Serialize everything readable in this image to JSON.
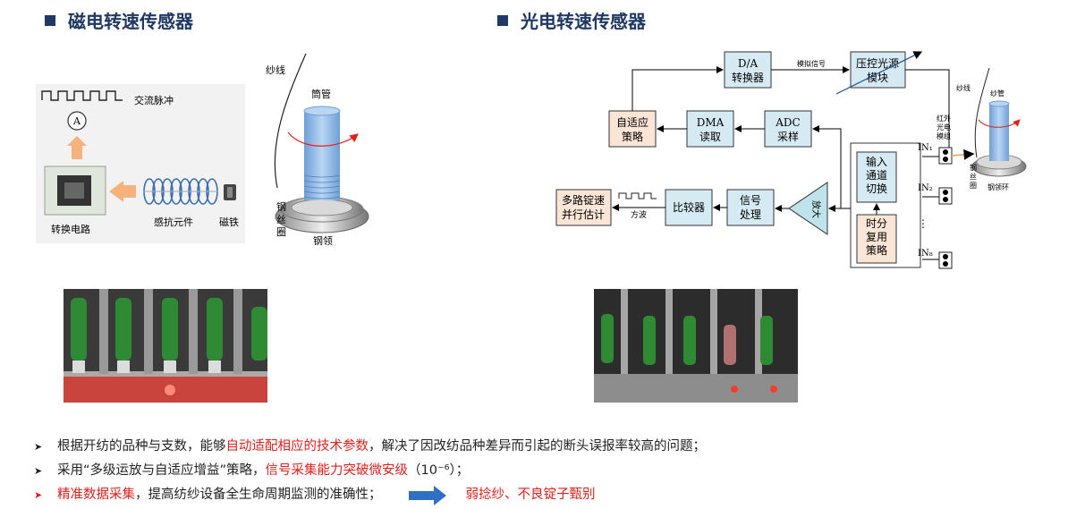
{
  "titles": {
    "left": "磁电转速传感器",
    "right": "光电转速传感器"
  },
  "left_diagram": {
    "pulse_label": "交流脉冲",
    "meter_symbol": "A",
    "chip_label": "转换电路",
    "coil_label": "感抗元件",
    "magnet_label": "磁铁",
    "yarn_label": "纱线",
    "tube_label": "筒管",
    "wire_ring_label": "钢丝圈",
    "ring_label": "钢领"
  },
  "right_diagram": {
    "da_box": "D/A\n转换器",
    "analog_label": "模拟信号",
    "pressure_box": "压控光源\n模块",
    "adaptive_box": "自适应\n策略",
    "dma_box": "DMA\n读取",
    "adc_box": "ADC\n采样",
    "input_box": "输入\n通道\n切换",
    "timeshare_box": "时分\n复用\n策略",
    "multi_box": "多路锭速\n并行估计",
    "square_label": "方波",
    "compare_box": "比较器",
    "signal_box": "信号\n处理",
    "amp_label": "放大",
    "in_labels": [
      "IN₁",
      "IN₂",
      "IN₈"
    ],
    "dots": "⋮",
    "sensor_label": "红外\n光电\n模组",
    "yarn_label": "纱线",
    "tube_label": "纱管",
    "wire_ring_label": "钢\n丝\n圈",
    "ring_label": "钢领环"
  },
  "bullets": [
    {
      "mark": "➤",
      "parts": [
        {
          "text": "根据开纺的品种与支数，能够",
          "red": false
        },
        {
          "text": "自动适配相应的技术参数",
          "red": true
        },
        {
          "text": "，解决了因改纺品种差异而引起的断头误报率较高的问题；",
          "red": false
        }
      ]
    },
    {
      "mark": "➤",
      "parts": [
        {
          "text": "采用“多级运放与自适应增益”策略，",
          "red": false
        },
        {
          "text": "信号采集能力突破微安级",
          "red": true
        },
        {
          "text": "（10⁻⁶）；",
          "red": false
        }
      ]
    },
    {
      "mark": "➤",
      "red_mark": true,
      "parts": [
        {
          "text": "精准数据采集",
          "red": true
        },
        {
          "text": "，提高纺纱设备全生命周期监测的准确性；",
          "red": false
        }
      ],
      "result": "弱捻纱、不良锭子甄别"
    }
  ],
  "colors": {
    "title": "#1f3864",
    "accent_red": "#e0201b",
    "arrow_blue": "#2f6fc4",
    "box_blue": "#d6eaf3",
    "box_peach": "#fbe5d6",
    "orange_arrow": "#f5b27d",
    "cone_blue": "#8fb9e8"
  }
}
